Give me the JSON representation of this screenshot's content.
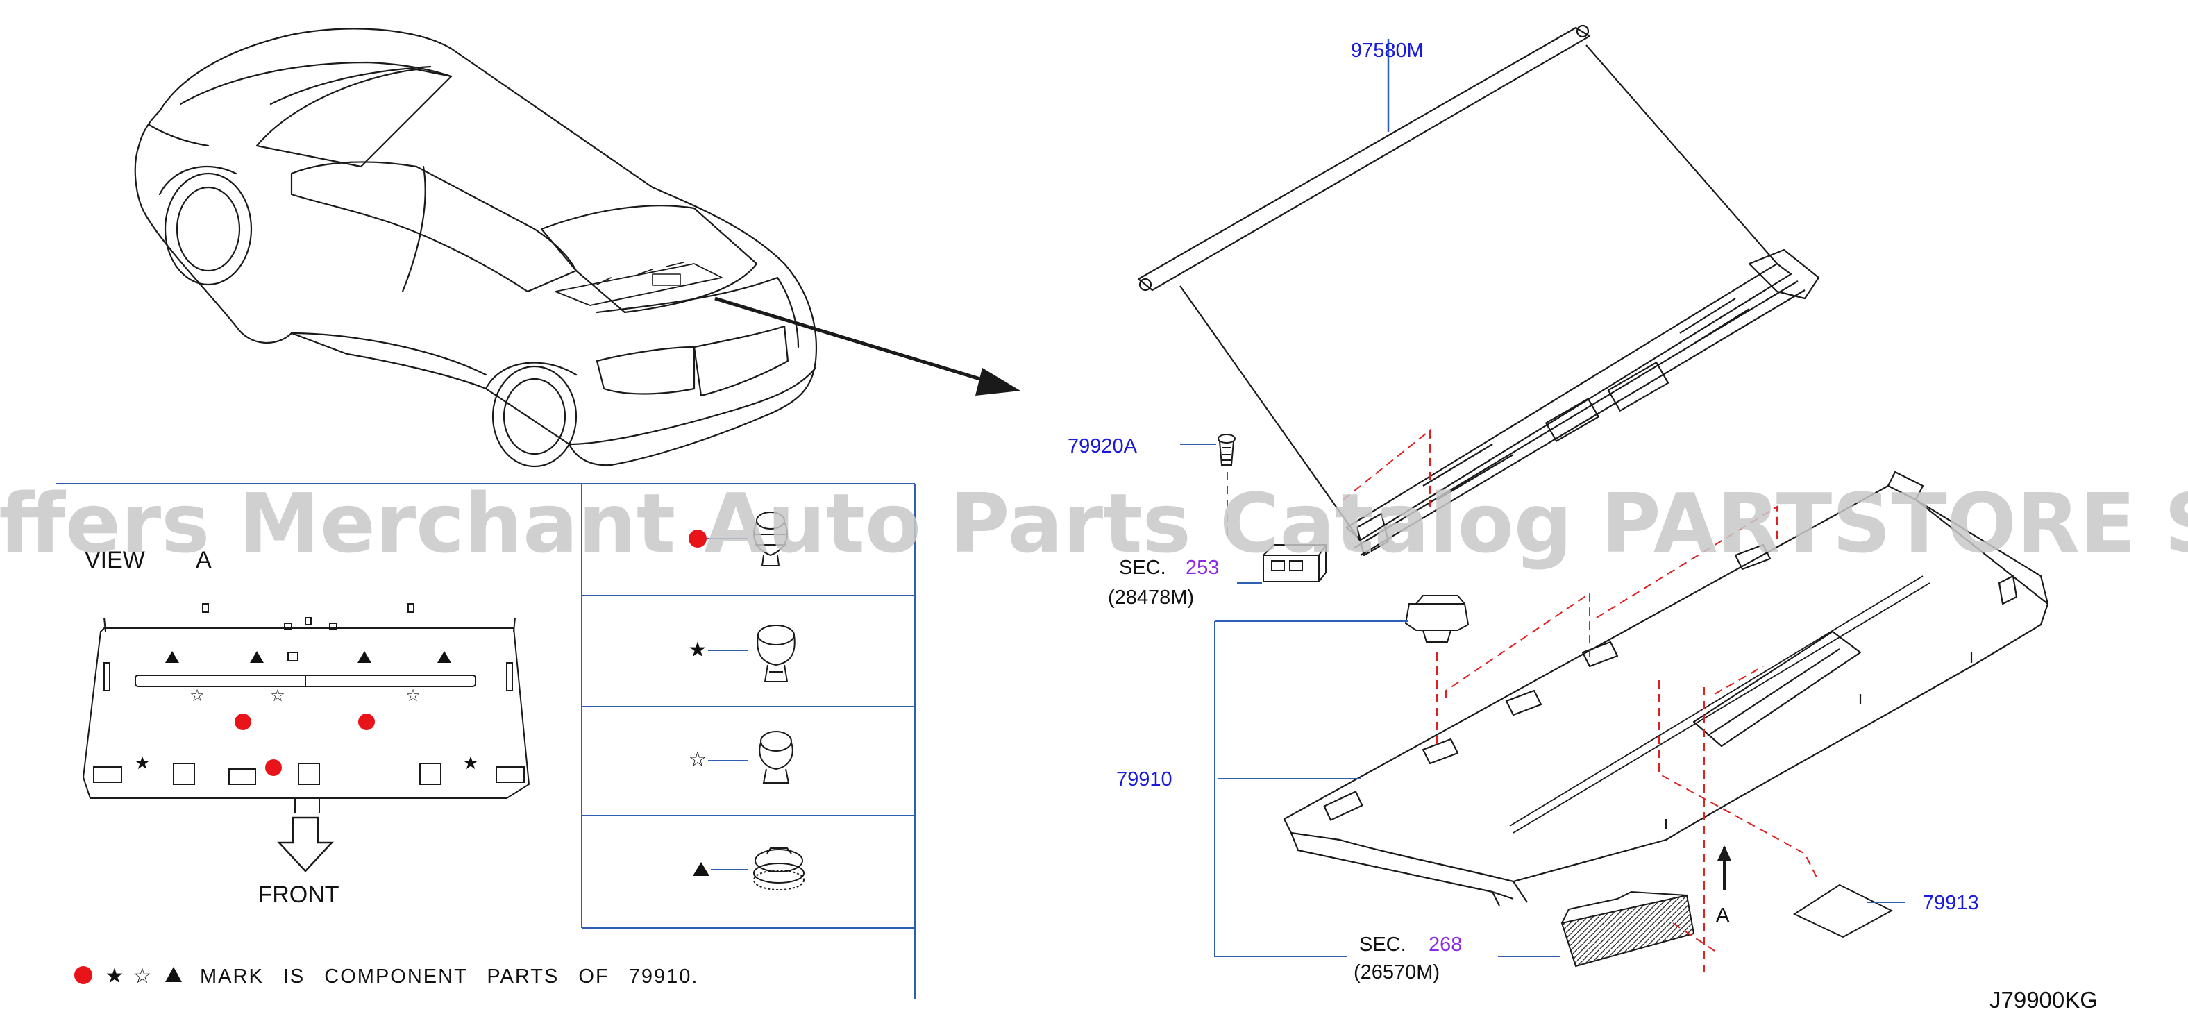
{
  "colors": {
    "part_number": "#1a1adb",
    "section_ref": "#8a2be2",
    "leader_line": "#2f5fb3",
    "dashed_guide": "#e02020",
    "mark_dot": "#e8141a",
    "line_art": "#1a1a1a",
    "watermark": "#c8c8c8"
  },
  "watermark": "Offers Merchant Auto Parts Catalog PARTSTORE SA",
  "view": {
    "label": "VIEW",
    "letter": "A",
    "front_label": "FRONT"
  },
  "callouts": {
    "roller_shade": "97580M",
    "screw": "79920A",
    "sec_253_prefix": "SEC.",
    "sec_253_number": "253",
    "sec_253_part": "(28478M)",
    "parcel_shelf": "79910",
    "sec_268_prefix": "SEC.",
    "sec_268_number": "268",
    "sec_268_part": "(26570M)",
    "pad": "79913",
    "arrow_a": "A"
  },
  "legend": {
    "rows": [
      {
        "mark": "●",
        "icon": "round-clip-icon"
      },
      {
        "mark": "★",
        "icon": "push-clip-icon"
      },
      {
        "mark": "☆",
        "icon": "push-rivet-icon"
      },
      {
        "mark": "▲",
        "icon": "serrated-clip-icon"
      }
    ]
  },
  "footnote": {
    "marks": [
      "●",
      "★",
      "☆",
      "▲"
    ],
    "text": "MARK IS COMPONENT PARTS OF 79910."
  },
  "diagram_code": "J79900KG"
}
